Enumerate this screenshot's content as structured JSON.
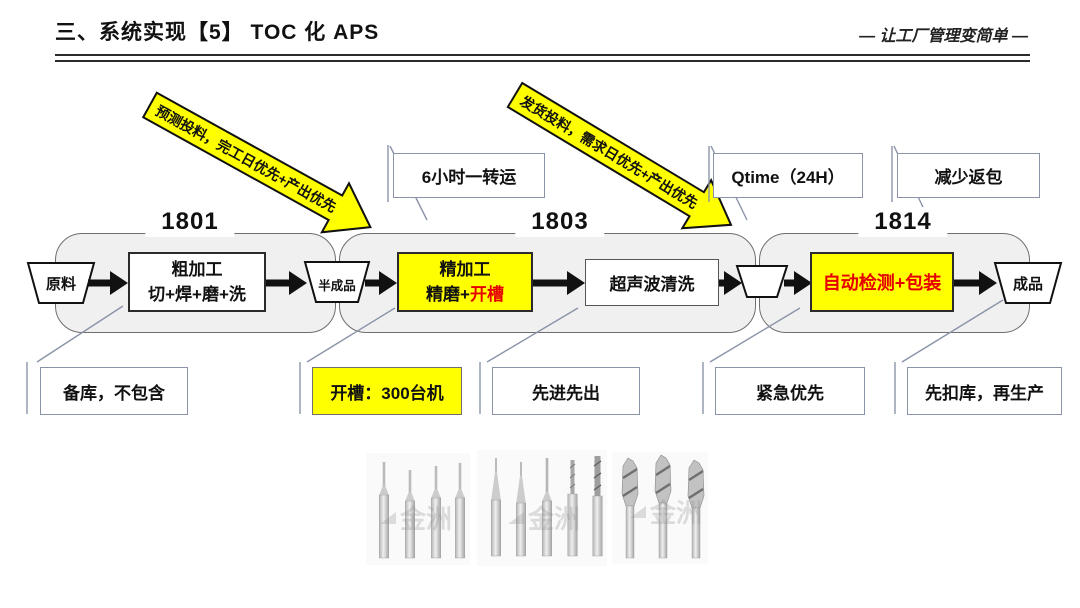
{
  "colors": {
    "highlight_yellow": "#FFFF00",
    "alert_red": "#E60000",
    "stage_fill": "#F0F0F0",
    "leader_gray_blue": "#8A93A8",
    "ink_black": "#111111"
  },
  "header": {
    "title": "三、系统实现【5】 TOC 化 APS",
    "tagline": "— 让工厂管理变简单 —"
  },
  "banners": [
    {
      "text": "预测投料，完工日优先+产出优先"
    },
    {
      "text": "发货投料，需求日优先+产出优先"
    }
  ],
  "top_callouts": [
    {
      "label": "6小时一转运"
    },
    {
      "label": "Qtime（24H）"
    },
    {
      "label": "减少返包"
    }
  ],
  "stages": [
    {
      "id": "1801"
    },
    {
      "id": "1803"
    },
    {
      "id": "1814"
    }
  ],
  "flow": {
    "input": "原料",
    "wip": "半成品",
    "output": "成品",
    "rough": {
      "line1": "粗加工",
      "line2": "切+焊+磨+洗"
    },
    "finish": {
      "line1": "精加工",
      "line2_black": "精磨+",
      "line2_red": "开槽"
    },
    "clean": {
      "label": "超声波清洗"
    },
    "pack": {
      "label": "自动检测+包装"
    }
  },
  "bottom_callouts": [
    {
      "label": "备库，不包含",
      "highlight": false
    },
    {
      "label": "开槽：300台机",
      "highlight": true
    },
    {
      "label": "先进先出",
      "highlight": false
    },
    {
      "label": "紧急优先",
      "highlight": false
    },
    {
      "label": "先扣库，再生产",
      "highlight": false
    }
  ],
  "watermark": "金洲"
}
